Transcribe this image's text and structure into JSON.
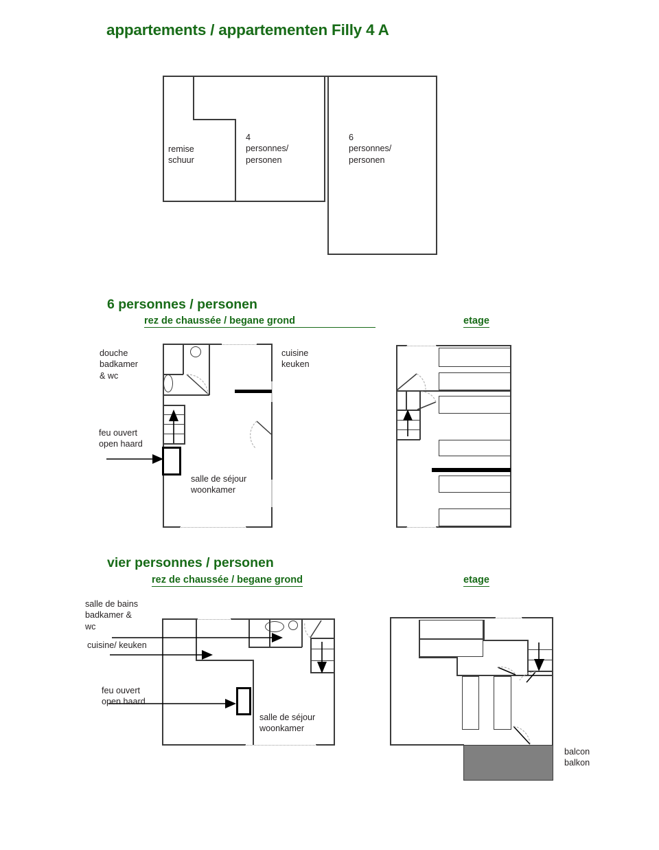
{
  "document": {
    "title": "appartementen / appartementen Filly 4 A",
    "title_text": "appartements / appartementen Filly 4 A",
    "accent_color": "#176b17",
    "line_color": "#3b3b3b",
    "balcony_color": "#808080"
  },
  "overview": {
    "name": "site-overview-plan",
    "blocks": [
      {
        "id": "remise",
        "label_line1": "remise",
        "label_line2": "schuur"
      },
      {
        "id": "four-person",
        "label_line1": "4",
        "label_line2": "personnes/",
        "label_line3": "personen"
      },
      {
        "id": "six-person",
        "label_line1": "6",
        "label_line2": "personnes/",
        "label_line3": "personen"
      }
    ]
  },
  "section_six": {
    "heading": "6 personnes / personen",
    "ground_label": "rez de chaussée / begane grond",
    "etage_label": "etage",
    "ground_annotations": [
      {
        "id": "bathroom",
        "lines": [
          "douche",
          "badkamer",
          "& wc"
        ]
      },
      {
        "id": "fireplace",
        "lines": [
          "feu ouvert",
          "open haard"
        ]
      },
      {
        "id": "kitchen",
        "lines": [
          "cuisine",
          "keuken"
        ]
      },
      {
        "id": "living",
        "lines": [
          "salle de séjour",
          "woonkamer"
        ]
      }
    ]
  },
  "section_four": {
    "heading": "vier personnes / personen",
    "ground_label": "rez de chaussée / begane grond",
    "etage_label": "etage",
    "ground_annotations": [
      {
        "id": "bathroom",
        "lines": [
          "salle de bains",
          "badkamer &",
          "wc"
        ]
      },
      {
        "id": "kitchen",
        "lines": [
          "cuisine/ keuken"
        ]
      },
      {
        "id": "fireplace",
        "lines": [
          "feu ouvert",
          "open haard"
        ]
      },
      {
        "id": "living",
        "lines": [
          "salle de séjour",
          "woonkamer"
        ]
      }
    ],
    "etage_annotations": [
      {
        "id": "balcony",
        "lines": [
          "balcon",
          "balkon"
        ]
      }
    ]
  }
}
